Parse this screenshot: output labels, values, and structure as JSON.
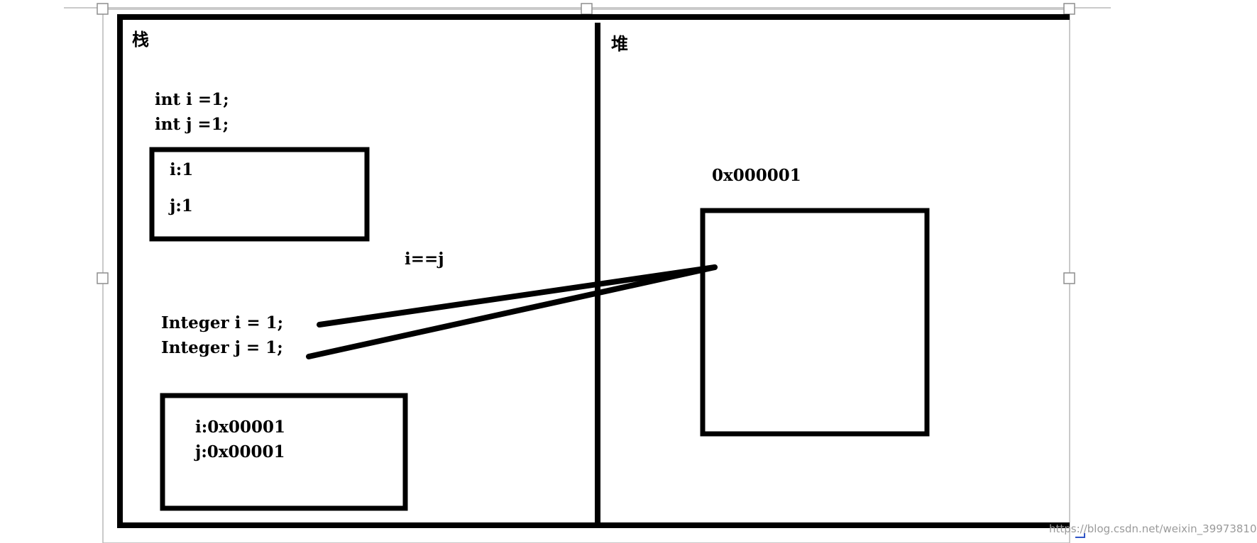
{
  "stack": {
    "title": "栈",
    "code": [
      "int i =1;",
      "int j =1;"
    ],
    "primitive_box": [
      "i:1",
      "j:1"
    ],
    "compare": "i==j",
    "wrapper_code": [
      "Integer i = 1;",
      "Integer j = 1;"
    ],
    "reference_box": [
      "i:0x00001",
      "j:0x00001"
    ]
  },
  "heap": {
    "title": "堆",
    "address": "0x000001"
  },
  "watermark": "https://blog.csdn.net/weixin_39973810"
}
